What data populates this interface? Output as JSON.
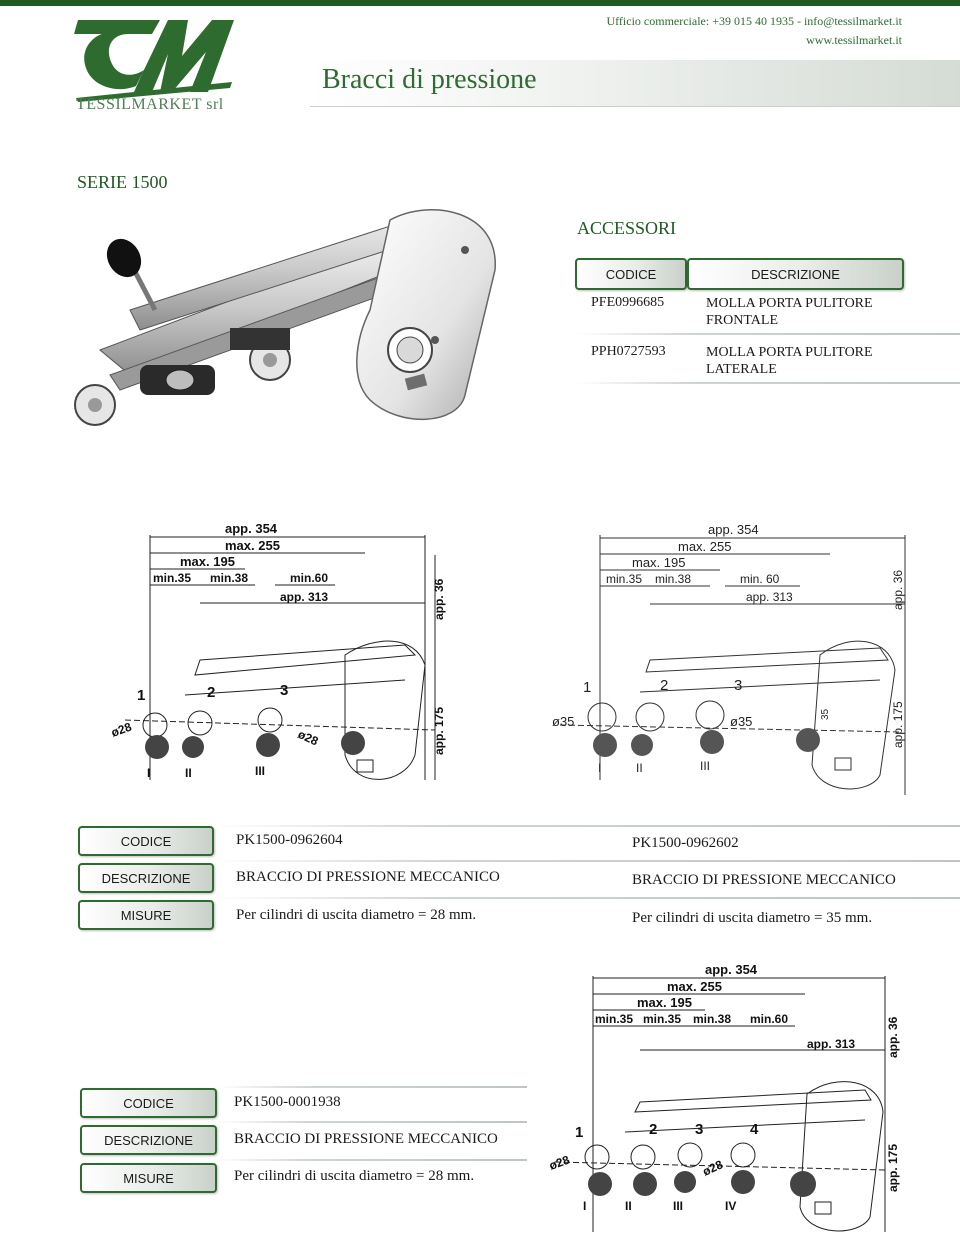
{
  "header": {
    "logo_text": "TESSILMARKET srl",
    "contact_line1": "Ufficio commerciale: +39 015 40 1935 - info@tessilmarket.it",
    "contact_line2": "www.tessilmarket.it",
    "title": "Bracci di pressione"
  },
  "serie": "SERIE 1500",
  "accessori": {
    "title": "ACCESSORI",
    "col_codice": "CODICE",
    "col_descrizione": "DESCRIZIONE",
    "rows": [
      {
        "codice": "PFE0996685",
        "descrizione": "MOLLA PORTA PULITORE FRONTALE"
      },
      {
        "codice": "PPH0727593",
        "descrizione": "MOLLA PORTA PULITORE LATERALE"
      }
    ]
  },
  "labels": {
    "codice": "CODICE",
    "descrizione": "DESCRIZIONE",
    "misure": "MISURE"
  },
  "products": [
    {
      "codice": "PK1500-0962604",
      "descrizione": "BRACCIO DI PRESSIONE MECCANICO",
      "misure": "Per cilindri di uscita diametro = 28 mm."
    },
    {
      "codice": "PK1500-0962602",
      "descrizione": "BRACCIO DI PRESSIONE MECCANICO",
      "misure": "Per cilindri di uscita diametro = 35 mm."
    },
    {
      "codice": "PK1500-0001938",
      "descrizione": "BRACCIO DI PRESSIONE MECCANICO",
      "misure": "Per cilindri di uscita diametro = 28 mm."
    }
  ],
  "drawing1": {
    "dims": [
      "app. 354",
      "max. 255",
      "max. 195",
      "min.35",
      "min.38",
      "min.60",
      "app. 313",
      "app. 36",
      "app. 175"
    ],
    "roller_nums": [
      "1",
      "2",
      "3"
    ],
    "cyl_nums": [
      "I",
      "II",
      "III"
    ],
    "diameters": [
      "ø28",
      "ø28"
    ]
  },
  "drawing2": {
    "dims": [
      "app. 354",
      "max. 255",
      "max. 195",
      "min.35",
      "min.38",
      "min. 60",
      "app. 313",
      "app. 36",
      "app. 175",
      "35"
    ],
    "roller_nums": [
      "1",
      "2",
      "3"
    ],
    "cyl_nums": [
      "I",
      "II",
      "III"
    ],
    "diameters": [
      "ø35",
      "ø35"
    ]
  },
  "drawing3": {
    "dims": [
      "app. 354",
      "max. 255",
      "max. 195",
      "min.35",
      "min.35",
      "min.38",
      "min.60",
      "app. 313",
      "app. 36",
      "app. 175"
    ],
    "roller_nums": [
      "1",
      "2",
      "3",
      "4"
    ],
    "cyl_nums": [
      "I",
      "II",
      "III",
      "IV"
    ],
    "diameters": [
      "ø28",
      "ø28"
    ]
  },
  "colors": {
    "brand_green": "#1f5a23",
    "border_green": "#2e6b2e",
    "text_green": "#2f6b33"
  }
}
